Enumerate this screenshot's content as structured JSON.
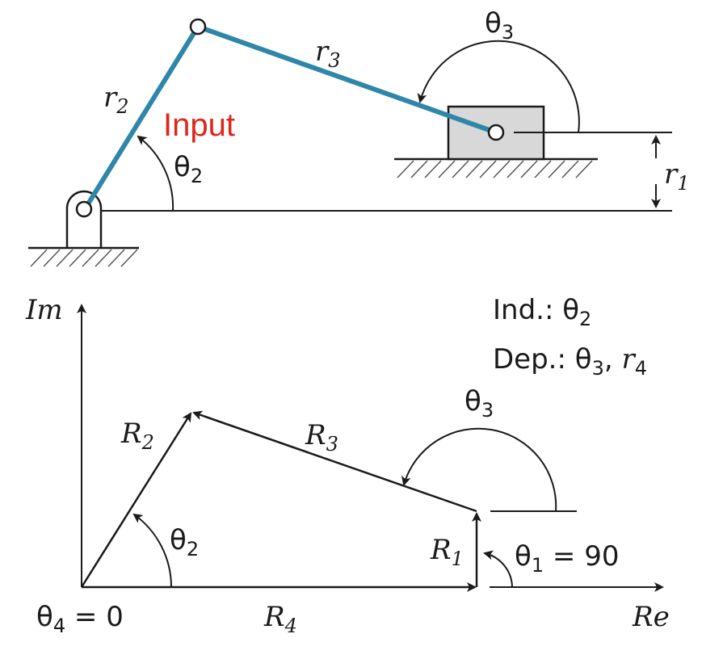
{
  "colors": {
    "link": "#2e86a8",
    "slider": "#d8d8d8",
    "input_label": "#e0251b",
    "ink": "#1a1a1a"
  },
  "mechanism": {
    "input_label": "Input",
    "r2_label": "r",
    "r2_sub": "2",
    "r3_label": "r",
    "r3_sub": "3",
    "r1_label": "r",
    "r1_sub": "1",
    "theta2_label": "θ",
    "theta2_sub": "2",
    "theta3_label": "θ",
    "theta3_sub": "3"
  },
  "vectors": {
    "im_axis_label": "Im",
    "re_axis_label": "Re",
    "R2_label": "R",
    "R2_sub": "2",
    "R3_label": "R",
    "R3_sub": "3",
    "R4_label": "R",
    "R4_sub": "4",
    "R1_label": "R",
    "R1_sub": "1",
    "theta2_label": "θ",
    "theta2_sub": "2",
    "theta3_label": "θ",
    "theta3_sub": "3",
    "theta1_label": "θ",
    "theta1_sub": "1",
    "theta1_value": " = 90",
    "theta4_label": "θ",
    "theta4_sub": "4",
    "theta4_value": " = 0",
    "ind_prefix": "Ind.: θ",
    "ind_sub": "2",
    "dep_prefix": "Dep.: θ",
    "dep_sub": "3",
    "dep_sep": ", ",
    "dep_r": "r",
    "dep_r_sub": "4"
  }
}
